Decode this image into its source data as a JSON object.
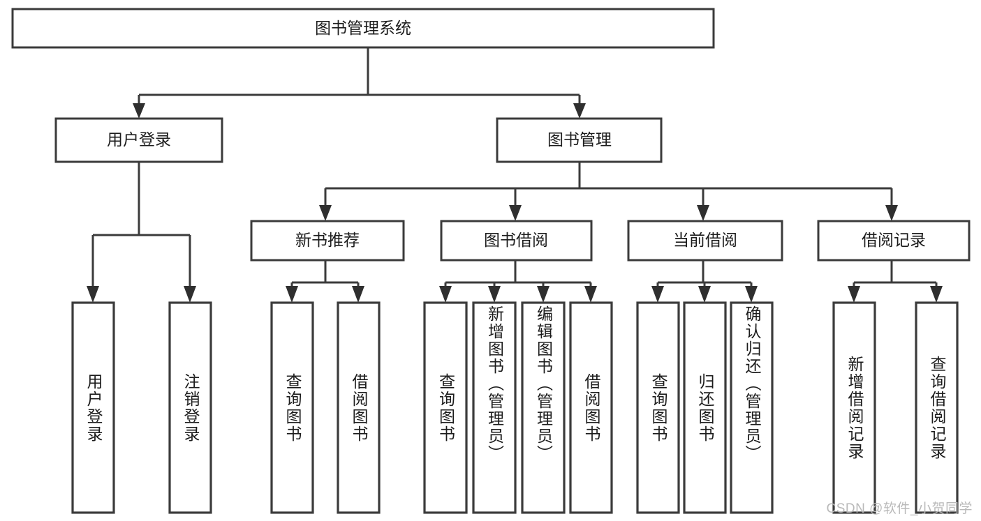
{
  "diagram": {
    "type": "tree",
    "title": "图书管理系统",
    "orientation": "top-down",
    "background_color": "#ffffff",
    "line_color": "#3b3b3b",
    "text_color": "#1c1c1c",
    "nodes": {
      "root": {
        "label": "图书管理系统",
        "level": 0,
        "text_direction": "horizontal"
      },
      "l1_a": {
        "label": "用户登录",
        "level": 1,
        "text_direction": "horizontal"
      },
      "l1_b": {
        "label": "图书管理",
        "level": 1,
        "text_direction": "horizontal"
      },
      "l2_a": {
        "label": "新书推荐",
        "level": 2,
        "text_direction": "horizontal"
      },
      "l2_b": {
        "label": "图书借阅",
        "level": 2,
        "text_direction": "horizontal"
      },
      "l2_c": {
        "label": "当前借阅",
        "level": 2,
        "text_direction": "horizontal"
      },
      "l2_d": {
        "label": "借阅记录",
        "level": 2,
        "text_direction": "horizontal"
      },
      "leaf_1": {
        "label": "用户登录",
        "level": 3,
        "text_direction": "vertical"
      },
      "leaf_2": {
        "label": "注销登录",
        "level": 3,
        "text_direction": "vertical"
      },
      "leaf_3": {
        "label": "查询图书",
        "level": 3,
        "text_direction": "vertical"
      },
      "leaf_4": {
        "label": "借阅图书",
        "level": 3,
        "text_direction": "vertical"
      },
      "leaf_5": {
        "label": "查询图书",
        "level": 3,
        "text_direction": "vertical"
      },
      "leaf_6": {
        "label": "新增图书（管理员）",
        "level": 3,
        "text_direction": "vertical"
      },
      "leaf_7": {
        "label": "编辑图书（管理员）",
        "level": 3,
        "text_direction": "vertical"
      },
      "leaf_8": {
        "label": "借阅图书",
        "level": 3,
        "text_direction": "vertical"
      },
      "leaf_9": {
        "label": "查询图书",
        "level": 3,
        "text_direction": "vertical"
      },
      "leaf_10": {
        "label": "归还图书",
        "level": 3,
        "text_direction": "vertical"
      },
      "leaf_11": {
        "label": "确认归还（管理员）",
        "level": 3,
        "text_direction": "vertical"
      },
      "leaf_12": {
        "label": "新增借阅记录",
        "level": 3,
        "text_direction": "vertical"
      },
      "leaf_13": {
        "label": "查询借阅记录",
        "level": 3,
        "text_direction": "vertical"
      }
    },
    "edges": [
      {
        "from": "root",
        "to": "l1_a"
      },
      {
        "from": "root",
        "to": "l1_b"
      },
      {
        "from": "l1_a",
        "to": "leaf_1"
      },
      {
        "from": "l1_a",
        "to": "leaf_2"
      },
      {
        "from": "l1_b",
        "to": "l2_a"
      },
      {
        "from": "l1_b",
        "to": "l2_b"
      },
      {
        "from": "l1_b",
        "to": "l2_c"
      },
      {
        "from": "l1_b",
        "to": "l2_d"
      },
      {
        "from": "l2_a",
        "to": "leaf_3"
      },
      {
        "from": "l2_a",
        "to": "leaf_4"
      },
      {
        "from": "l2_b",
        "to": "leaf_5"
      },
      {
        "from": "l2_b",
        "to": "leaf_6"
      },
      {
        "from": "l2_b",
        "to": "leaf_7"
      },
      {
        "from": "l2_b",
        "to": "leaf_8"
      },
      {
        "from": "l2_c",
        "to": "leaf_9"
      },
      {
        "from": "l2_c",
        "to": "leaf_10"
      },
      {
        "from": "l2_c",
        "to": "leaf_11"
      },
      {
        "from": "l2_d",
        "to": "leaf_12"
      },
      {
        "from": "l2_d",
        "to": "leaf_13"
      }
    ]
  },
  "watermark": {
    "text": "CSDN @软件_小贺同学"
  }
}
